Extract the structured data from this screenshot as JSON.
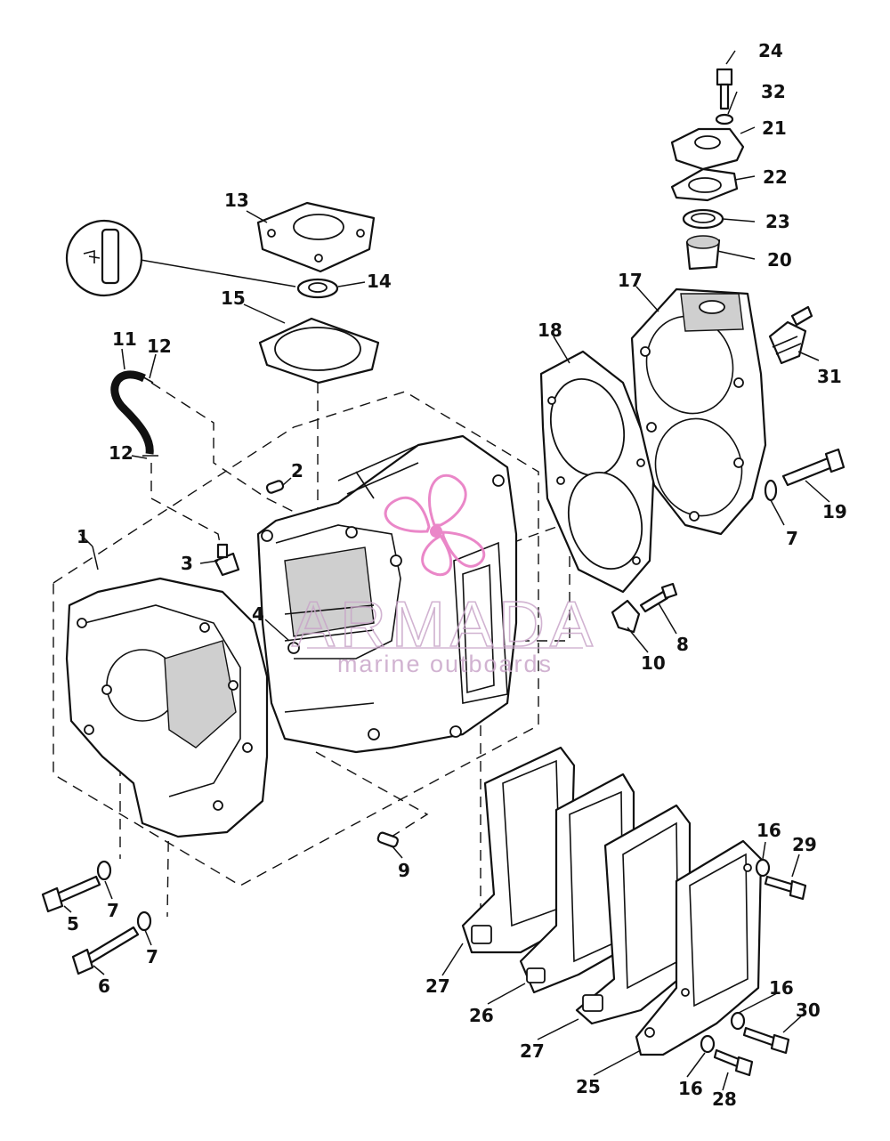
{
  "watermark": {
    "brand": "ARMADA",
    "tagline": "marine outboards",
    "brand_color": "#e87bc3"
  },
  "callouts": {
    "c1": "1",
    "c2": "2",
    "c3": "3",
    "c4": "4",
    "c5": "5",
    "c6": "6",
    "c7a": "7",
    "c7b": "7",
    "c7c": "7",
    "c8": "8",
    "c9": "9",
    "c10": "10",
    "c11": "11",
    "c12a": "12",
    "c12b": "12",
    "c13": "13",
    "c14": "14",
    "c15": "15",
    "c16a": "16",
    "c16b": "16",
    "c16c": "16",
    "c17": "17",
    "c18": "18",
    "c19": "19",
    "c20": "20",
    "c21": "21",
    "c22": "22",
    "c23": "23",
    "c24": "24",
    "c25": "25",
    "c26": "26",
    "c27a": "27",
    "c27b": "27",
    "c28": "28",
    "c29": "29",
    "c30": "30",
    "c31": "31",
    "c32": "32"
  },
  "detail_inset": {
    "icon": "hose-clamp-icon"
  }
}
